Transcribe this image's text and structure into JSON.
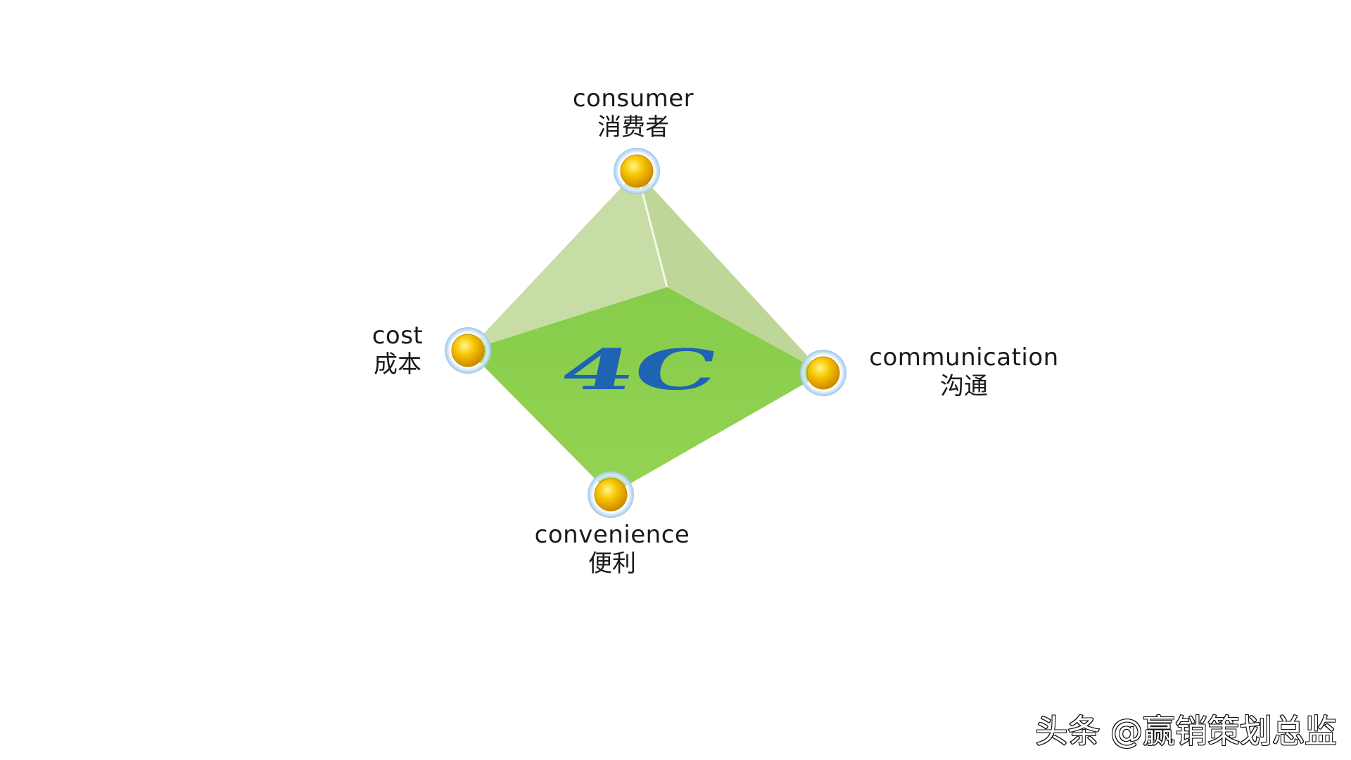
{
  "center_text": "4C",
  "nodes": {
    "consumer": {
      "en": "consumer",
      "zh": "消费者"
    },
    "cost": {
      "en": "cost",
      "zh": "成本"
    },
    "communication": {
      "en": "communication",
      "zh": "沟通"
    },
    "convenience": {
      "en": "convenience",
      "zh": "便利"
    }
  },
  "watermark": "头条 @赢销策划总监",
  "colors": {
    "back_face": "#c5dba0",
    "front_face": "#8ece4f",
    "center_text": "#1f63b4",
    "node_fill": "#f7c500",
    "node_ring": "#bcd8ee"
  }
}
